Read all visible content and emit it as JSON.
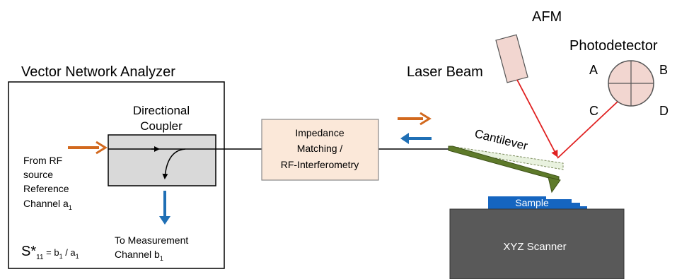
{
  "vna": {
    "title": "Vector Network Analyzer",
    "coupler_line1": "Directional",
    "coupler_line2": "Coupler",
    "source_line1": "From RF",
    "source_line2": "source",
    "source_line3": "Reference",
    "source_line4": "Channel a",
    "source_sub": "1",
    "meas_line1": "To Measurement",
    "meas_line2": "Channel b",
    "meas_sub": "1",
    "eq_s": "S*",
    "eq_s_sub": "11",
    "eq_eq": " = b",
    "eq_b_sub": "1",
    "eq_div": " / a",
    "eq_a_sub": "1"
  },
  "impedance": {
    "line1": "Impedance",
    "line2": "Matching /",
    "line3": "RF-Interferometry"
  },
  "afm": {
    "title": "AFM",
    "laser_label": "Laser Beam",
    "photodetector_label": "Photodetector",
    "quadrant_a": "A",
    "quadrant_b": "B",
    "quadrant_c": "C",
    "quadrant_d": "D",
    "cantilever_label": "Cantilever",
    "sample_label": "Sample",
    "scanner_label": "XYZ Scanner"
  },
  "colors": {
    "orange": "#D2691E",
    "blue": "#1F6FB5",
    "red": "#E02020",
    "cantilever": "#5E7A2A",
    "box_fill": "#FBE8D9",
    "coupler_fill": "#D9D9D9",
    "laser_fill": "#F2D6D0",
    "sample": "#1565C0",
    "scanner": "#595959"
  }
}
